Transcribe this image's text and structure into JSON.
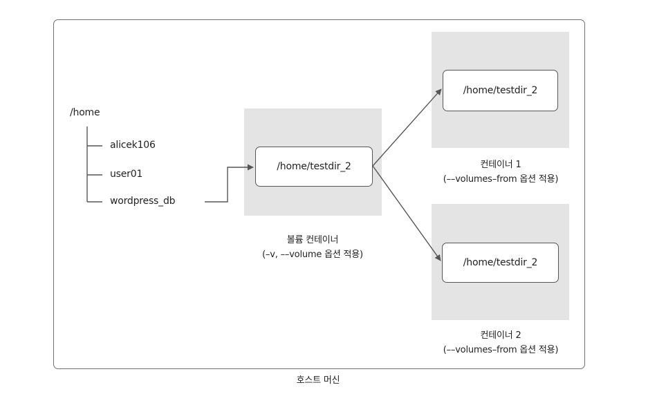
{
  "tree": {
    "root": "/home",
    "children": [
      "alicek106",
      "user01",
      "wordpress_db"
    ]
  },
  "volume_container": {
    "path": "/home/testdir_2",
    "caption_line1": "볼륨 컨테이너",
    "caption_line2": "(–v, ––volume 옵션 적용)"
  },
  "container1": {
    "path": "/home/testdir_2",
    "caption_line1": "컨테이너 1",
    "caption_line2": "(––volumes–from 옵션 적용)"
  },
  "container2": {
    "path": "/home/testdir_2",
    "caption_line1": "컨테이너 2",
    "caption_line2": "(––volumes–from 옵션 적용)"
  },
  "host_label": "호스트 머신",
  "colors": {
    "frame": "#6f6f6f",
    "shade": "#e4e4e4",
    "line": "#555555"
  }
}
